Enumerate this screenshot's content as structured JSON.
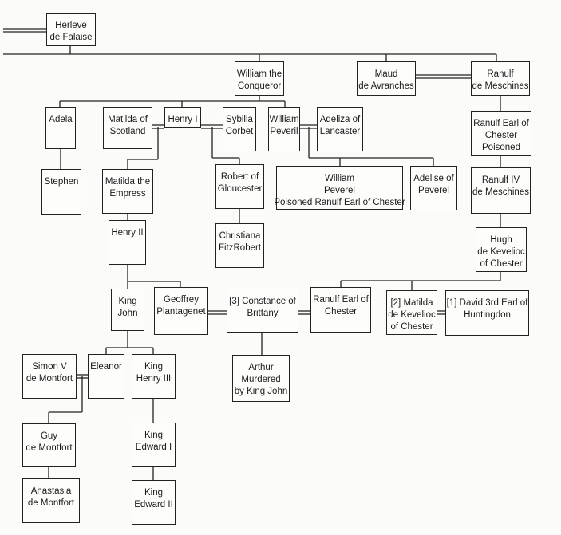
{
  "people": {
    "herleve": [
      "Herleve",
      "de Falaise"
    ],
    "william_conqueror": [
      "William the",
      "Conqueror"
    ],
    "maud": [
      "Maud",
      "de Avranches"
    ],
    "ranulf_meschines": [
      "Ranulf",
      "de Meschines"
    ],
    "adela": [
      "Adela"
    ],
    "matilda_scotland": [
      "Matilda of",
      "Scotland"
    ],
    "henry_i": [
      "Henry I"
    ],
    "sybilla": [
      "Sybilla",
      "Corbet"
    ],
    "william_peveril": [
      "William",
      "Peveril"
    ],
    "adeliza": [
      "Adeliza of",
      "Lancaster"
    ],
    "ranulf_chester_poisoned": [
      "Ranulf Earl of",
      "Chester",
      "Poisoned"
    ],
    "stephen": [
      "Stephen"
    ],
    "matilda_empress": [
      "Matilda the",
      "Empress"
    ],
    "robert_gloucester": [
      "Robert of",
      "Gloucester"
    ],
    "william_peverel": [
      "William",
      "Peverel",
      "Poisoned Ranulf Earl of Chester"
    ],
    "adelise": [
      "Adelise of",
      "Peverel"
    ],
    "ranulf_iv": [
      "Ranulf IV",
      "de Meschines"
    ],
    "henry_ii": [
      "Henry II"
    ],
    "christiana": [
      "Christiana",
      "FitzRobert"
    ],
    "hugh": [
      "Hugh",
      "de Kevelioc",
      "of Chester"
    ],
    "king_john": [
      "King",
      "John"
    ],
    "geoffrey": [
      "Geoffrey",
      "Plantagenet"
    ],
    "constance": [
      "[3] Constance of",
      "Brittany"
    ],
    "ranulf_chester": [
      "Ranulf Earl of",
      "Chester"
    ],
    "matilda_kevelioc": [
      "[2] Matilda",
      "de Kevelioc",
      "of Chester"
    ],
    "david": [
      "[1] David 3rd Earl of",
      "Huntingdon"
    ],
    "arthur": [
      "Arthur",
      "Murdered",
      "by King John"
    ],
    "simon": [
      "Simon V",
      "de Montfort"
    ],
    "eleanor": [
      "Eleanor"
    ],
    "henry_iii": [
      "King",
      "Henry III"
    ],
    "guy": [
      "Guy",
      "de Montfort"
    ],
    "edward_i": [
      "King",
      "Edward I"
    ],
    "anastasia": [
      "Anastasia",
      "de Montfort"
    ],
    "edward_ii": [
      "King",
      "Edward II"
    ]
  }
}
